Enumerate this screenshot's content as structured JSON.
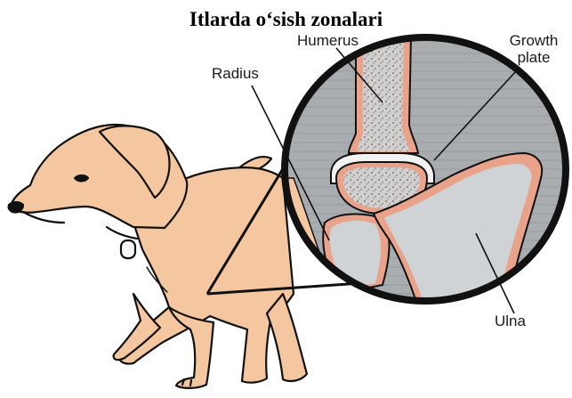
{
  "title": "Itlarda o‘sish zonalari",
  "labels": {
    "humerus": "Humerus",
    "radius": "Radius",
    "growth_plate_line1": "Growth",
    "growth_plate_line2": "plate",
    "ulna": "Ulna"
  },
  "colors": {
    "skin": "#f4c7a0",
    "bone_edge": "#e8a38a",
    "bone_fill": "#cfd3d6",
    "background_circle": "#a9adb0",
    "outline": "#111111"
  }
}
